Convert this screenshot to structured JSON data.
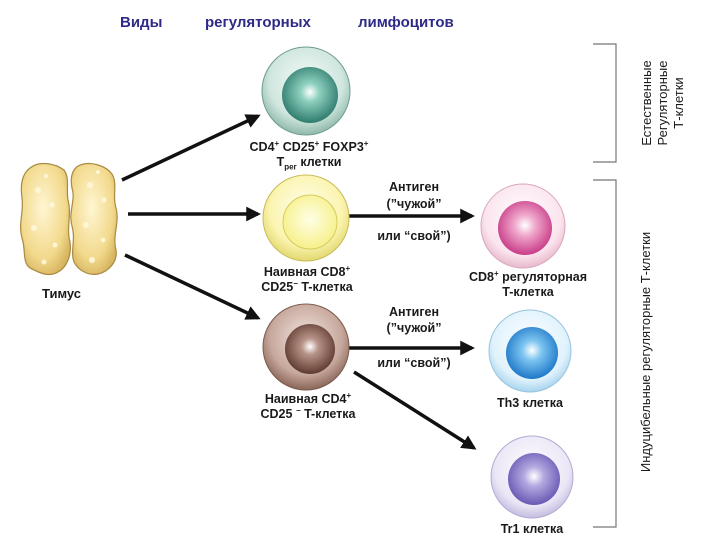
{
  "title": {
    "words": [
      "Виды",
      "регуляторных",
      "лимфоцитов"
    ],
    "color": "#2e2a86"
  },
  "thymus": {
    "label": "Тимус"
  },
  "cells": {
    "natural_treg": {
      "line1_prefix": "CD4",
      "sup1": "+",
      "line1_mid": " CD25",
      "sup2": "+",
      "line1_mid2": " FOXP3",
      "sup3": "+",
      "line2_prefix": "T",
      "sub": "рег",
      "line2_suffix": " клетки"
    },
    "naive_cd8": {
      "line1_prefix": "Наивная CD8",
      "sup1": "+",
      "line2": "CD25",
      "sup2": "−",
      "line2_suffix": " T-клетка"
    },
    "naive_cd4": {
      "line1_prefix": "Наивная CD4",
      "sup1": "+",
      "line2": "CD25 ",
      "sup2": "−",
      "line2_suffix": " T-клетка"
    },
    "cd8_reg": {
      "line1_prefix": "CD8",
      "sup1": "+",
      "line1_suffix": " регуляторная",
      "line2": "T-клетка"
    },
    "th3": {
      "label": "Th3 клетка"
    },
    "tr1": {
      "label": "Tr1 клетка"
    }
  },
  "antigen_labels": [
    {
      "line1": "Антиген",
      "line2": "(”чужой”",
      "line3": "или “свой”)"
    },
    {
      "line1": "Антиген",
      "line2": "(”чужой”",
      "line3": "или “свой”)"
    }
  ],
  "brackets": {
    "natural": {
      "line1": "Естественные",
      "line2": "Регуляторные",
      "line3": "Т-клетки"
    },
    "inducible": {
      "label": "Индуцибельные регуляторные Т-клетки"
    }
  }
}
